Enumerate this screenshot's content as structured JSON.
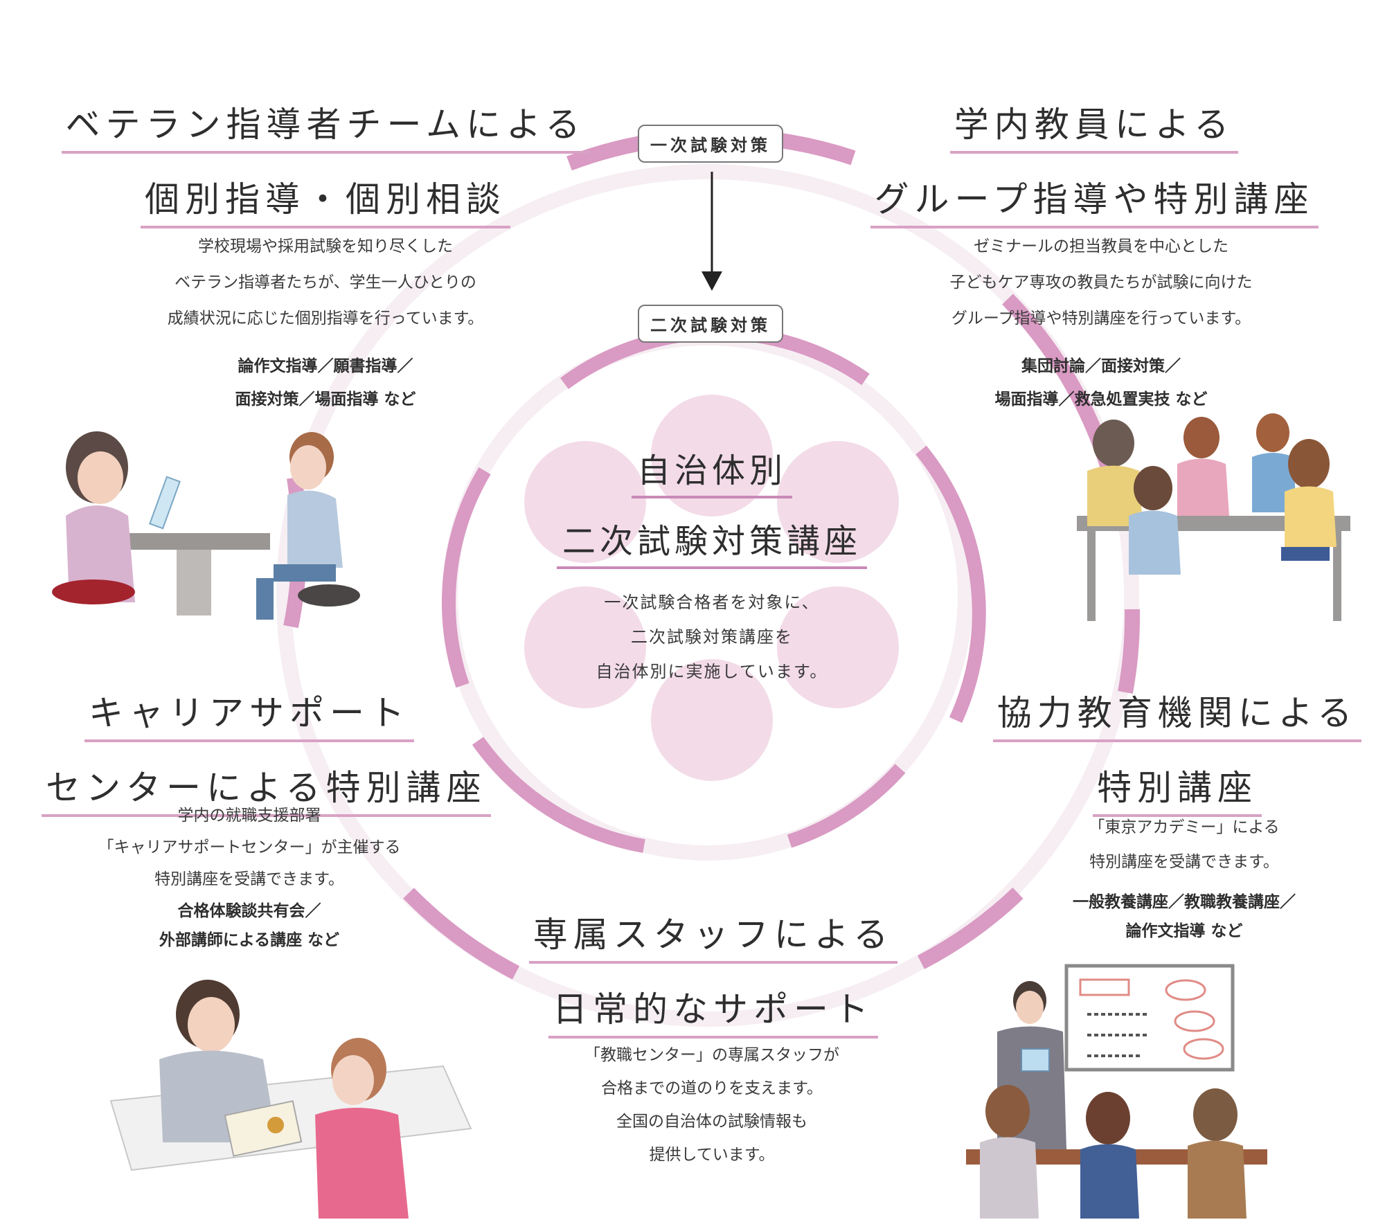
{
  "first_stage_tag": "一次試験対策",
  "second_stage_tag": "二次試験対策",
  "center": {
    "title_lines": [
      "自治体別",
      "二次試験対策講座"
    ],
    "desc_lines": [
      "一次試験合格者を対象に、",
      "二次試験対策講座を",
      "自治体別に実施しています。"
    ]
  },
  "blocks": {
    "top_left": {
      "title_lines": [
        "ベテラン指導者チームによる",
        "個別指導・個別相談"
      ],
      "desc_lines": [
        "学校現場や採用試験を知り尽くした",
        "ベテラン指導者たちが、学生一人ひとりの",
        "成績状況に応じた個別指導を行っています。"
      ],
      "bold_lines": [
        "論作文指導／願書指導／",
        "面接対策／場面指導 など"
      ]
    },
    "top_right": {
      "title_lines": [
        "学内教員による",
        "グループ指導や特別講座"
      ],
      "desc_lines": [
        "ゼミナールの担当教員を中心とした",
        "子どもケア専攻の教員たちが試験に向けた",
        "グループ指導や特別講座を行っています。"
      ],
      "bold_lines": [
        "集団討論／面接対策／",
        "場面指導／救急処置実技 など"
      ]
    },
    "mid_left": {
      "title_lines": [
        "キャリアサポート",
        "センターによる特別講座"
      ],
      "desc_lines": [
        "学内の就職支援部署",
        "「キャリアサポートセンター」が主催する",
        "特別講座を受講できます。"
      ],
      "bold_lines": [
        "合格体験談共有会／",
        "外部講師による講座 など"
      ]
    },
    "mid_right": {
      "title_lines": [
        "協力教育機関による",
        "特別講座"
      ],
      "desc_lines": [
        "「東京アカデミー」による",
        "特別講座を受講できます。"
      ],
      "bold_lines": [
        "一般教養講座／教職教養講座／",
        "論作文指導 など"
      ]
    },
    "bottom": {
      "title_lines": [
        "専属スタッフによる",
        "日常的なサポート"
      ],
      "desc_lines": [
        "「教職センター」の専属スタッフが",
        "合格までの道のりを支えます。",
        "全国の自治体の試験情報も",
        "提供しています。"
      ]
    }
  },
  "colors": {
    "ring_pink": "#d99ac3",
    "ring_light": "#f6eef3",
    "petal_pink": "#f3dbe8",
    "underline": "#d9a1c4"
  }
}
